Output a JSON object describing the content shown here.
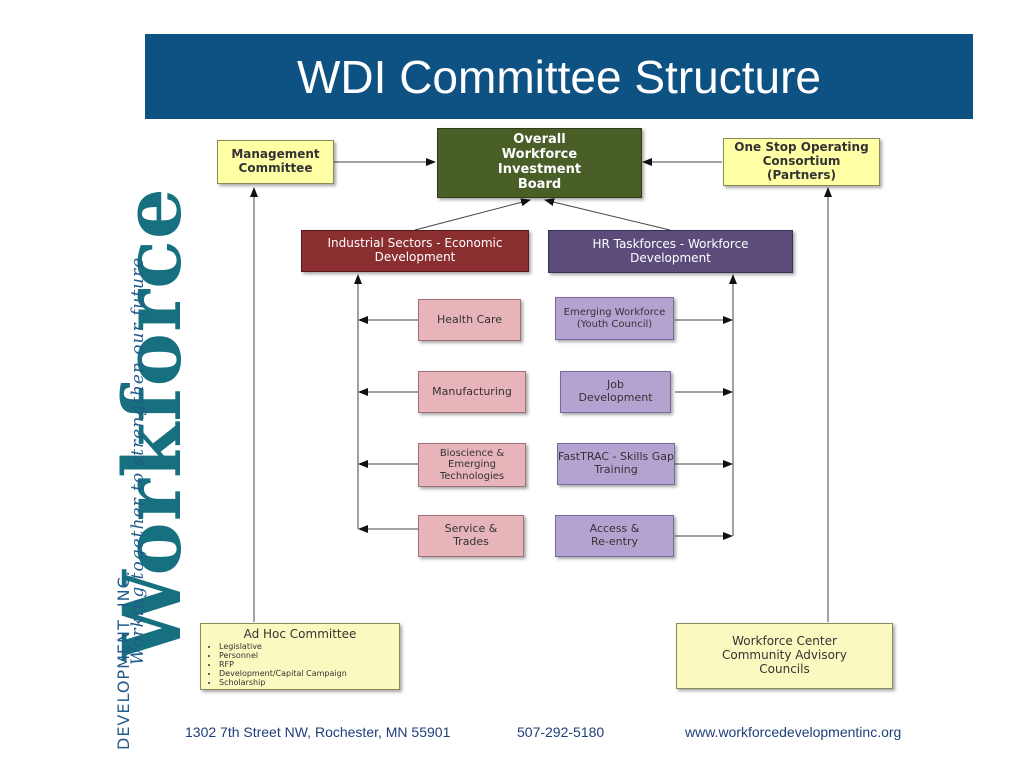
{
  "title": "WDI Committee Structure",
  "logo": {
    "word": "Workforce",
    "subtitle": "DEVELOPMENT, INC.",
    "tagline": "Working together to strengthen our future"
  },
  "boxes": {
    "management": "Management Committee",
    "board": "Overall Workforce Investment Board",
    "consortium": "One Stop Operating Consortium (Partners)",
    "industrial": "Industrial Sectors - Economic Development",
    "hr": "HR Taskforces - Workforce Development",
    "health": "Health Care",
    "manufacturing": "Manufacturing",
    "bioscience": "Bioscience & Emerging Technologies",
    "service": "Service & Trades",
    "emerging": "Emerging Workforce (Youth Council)",
    "job": "Job Development",
    "fasttrac": "FastTRAC - Skills Gap Training",
    "access": "Access & Re-entry",
    "center": "Workforce Center Community Advisory Councils"
  },
  "adhoc": {
    "title": "Ad Hoc Committee",
    "items": [
      "Legislative",
      "Personnel",
      "RFP",
      "Development/Capital Campaign",
      "Scholarship"
    ]
  },
  "footer": {
    "address": "1302 7th Street NW, Rochester, MN 55901",
    "phone": "507-292-5180",
    "website": "www.workforcedevelopmentinc.org"
  },
  "colors": {
    "title_bar": "#0e5183",
    "board": "#4a5f28",
    "industrial": "#8b2e30",
    "hr": "#5b4c7c",
    "yellow": "#ffffa6",
    "pink": "#e7b4b9",
    "lilac": "#b4a3d0"
  }
}
